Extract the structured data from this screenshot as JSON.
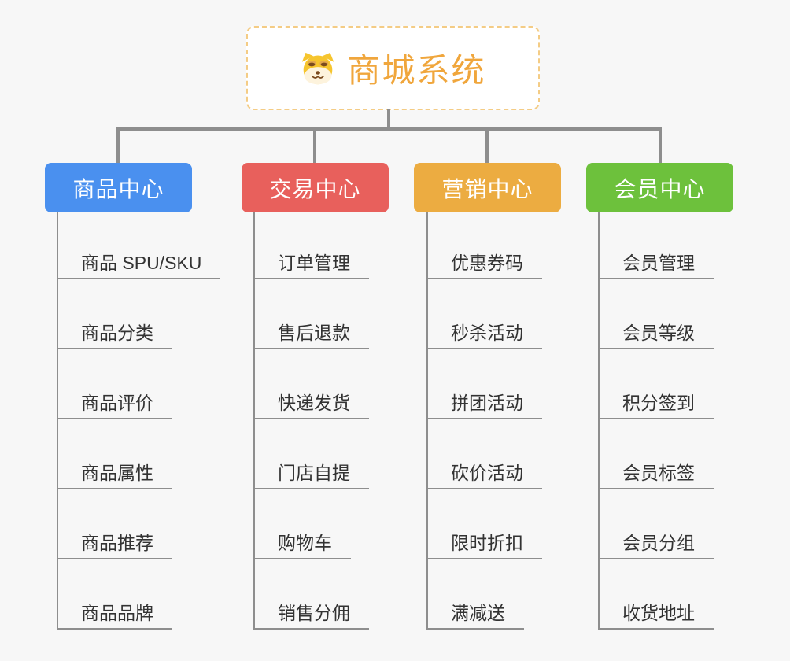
{
  "canvas": {
    "background": "#f7f7f7",
    "connector_color": "#8e8e8e"
  },
  "root": {
    "title": "商城系统",
    "icon": "dog-face-icon",
    "text_color": "#f0a63c",
    "border_color": "#f4cc85",
    "background": "#ffffff"
  },
  "branches": [
    {
      "label": "商品中心",
      "color": "#4a90ef",
      "children": [
        "商品 SPU/SKU",
        "商品分类",
        "商品评价",
        "商品属性",
        "商品推荐",
        "商品品牌"
      ]
    },
    {
      "label": "交易中心",
      "color": "#e8605c",
      "children": [
        "订单管理",
        "售后退款",
        "快递发货",
        "门店自提",
        "购物车",
        "销售分佣"
      ]
    },
    {
      "label": "营销中心",
      "color": "#ecac41",
      "children": [
        "优惠券码",
        "秒杀活动",
        "拼团活动",
        "砍价活动",
        "限时折扣",
        "满减送"
      ]
    },
    {
      "label": "会员中心",
      "color": "#6dc13c",
      "children": [
        "会员管理",
        "会员等级",
        "积分签到",
        "会员标签",
        "会员分组",
        "收货地址"
      ]
    }
  ]
}
